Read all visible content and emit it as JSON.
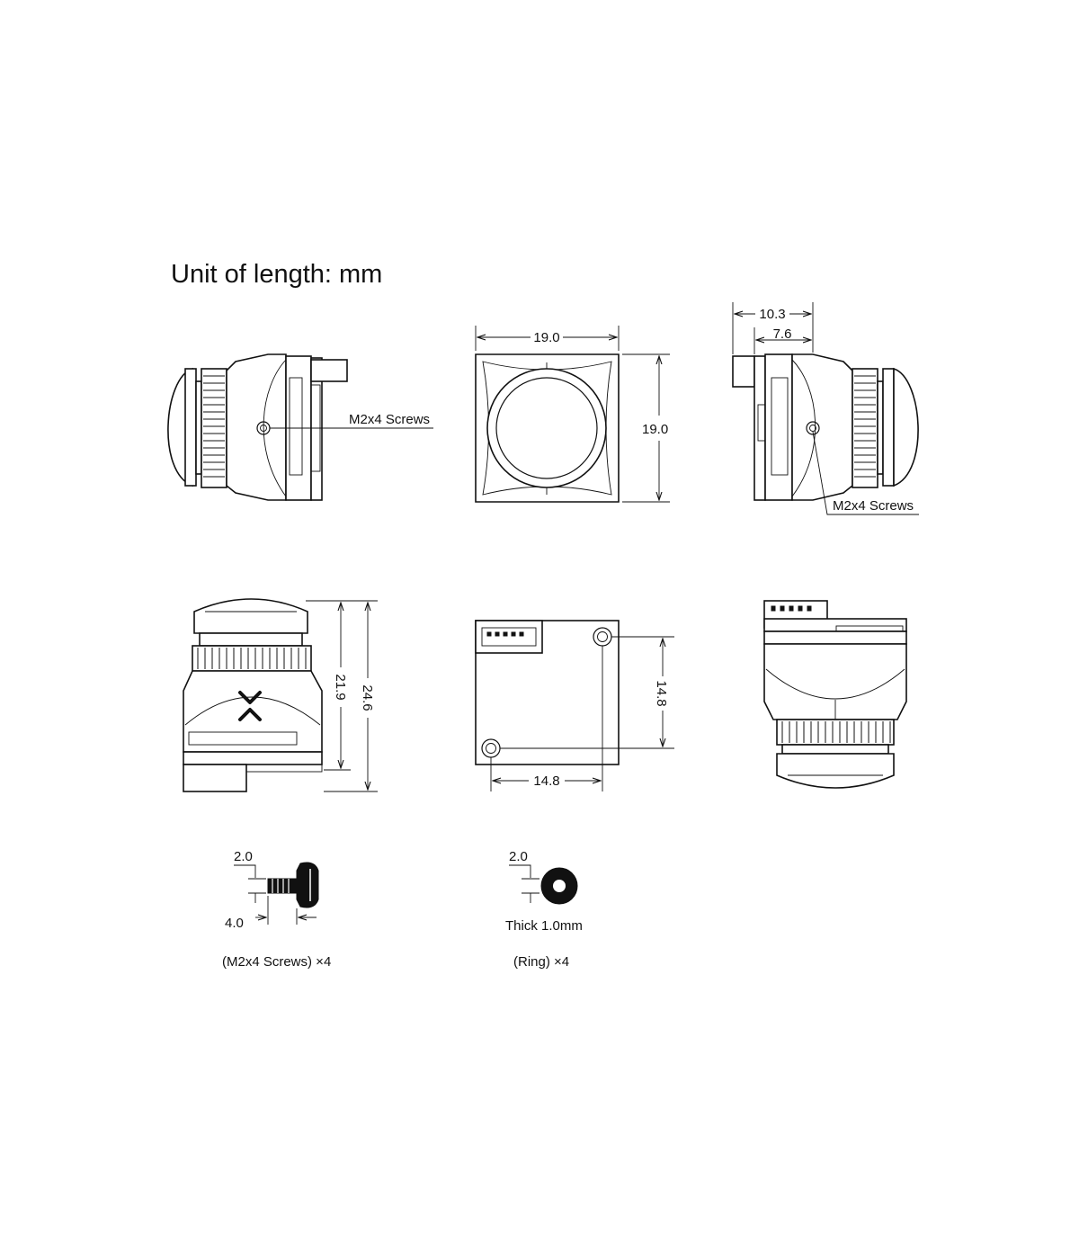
{
  "title": "Unit of length: mm",
  "side_left": {
    "screw_label": "M2x4 Screws"
  },
  "front_view": {
    "width": "19.0",
    "height": "19.0"
  },
  "side_right": {
    "depth_total": "10.3",
    "depth_board": "7.6",
    "screw_label": "M2x4 Screws"
  },
  "lens_view": {
    "height_inner": "21.9",
    "height_total": "24.6"
  },
  "back_view": {
    "hole_spacing_vertical": "14.8",
    "hole_spacing_horizontal": "14.8"
  },
  "screw_part": {
    "head_height": "2.0",
    "length": "4.0",
    "caption": "(M2x4 Screws) ×4"
  },
  "ring_part": {
    "height": "2.0",
    "thickness_label": "Thick 1.0mm",
    "caption": "(Ring) ×4"
  },
  "colors": {
    "line": "#111111",
    "background": "#ffffff"
  }
}
